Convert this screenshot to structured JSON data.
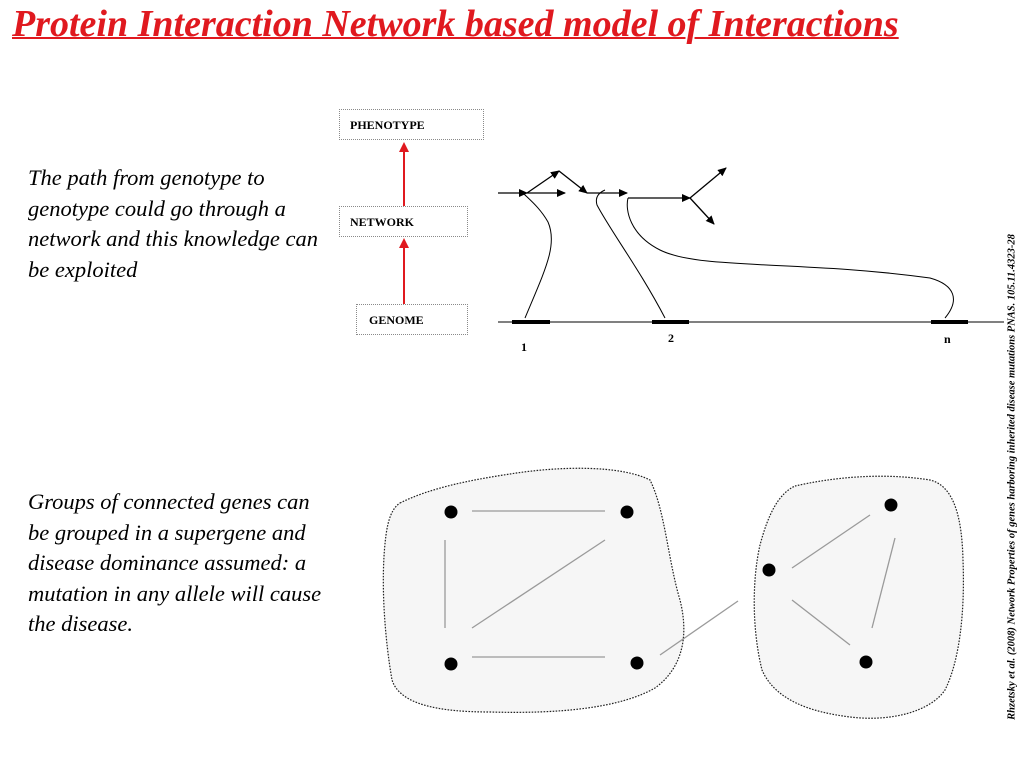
{
  "title": "Protein Interaction Network based model of Interactions",
  "paragraphs": {
    "top": "The path from genotype to genotype could go through a network and this knowledge can be exploited",
    "bottom": "Groups of connected genes can be grouped in a supergene and disease dominance assumed: a mutation in any allele will cause the disease."
  },
  "boxes": {
    "phenotype": "PHENOTYPE",
    "network": "NETWORK",
    "genome": "GENOME"
  },
  "genes": {
    "g1": "1",
    "g2": "2",
    "gn": "n"
  },
  "citation": "Rhzetsky et al. (2008) Network Properties of genes harboring inherited disease mutations PNAS. 105.11.4323-28",
  "colors": {
    "title": "#e0191f",
    "arrows": "#e0191f",
    "blob_fill": "#f6f6f6"
  }
}
